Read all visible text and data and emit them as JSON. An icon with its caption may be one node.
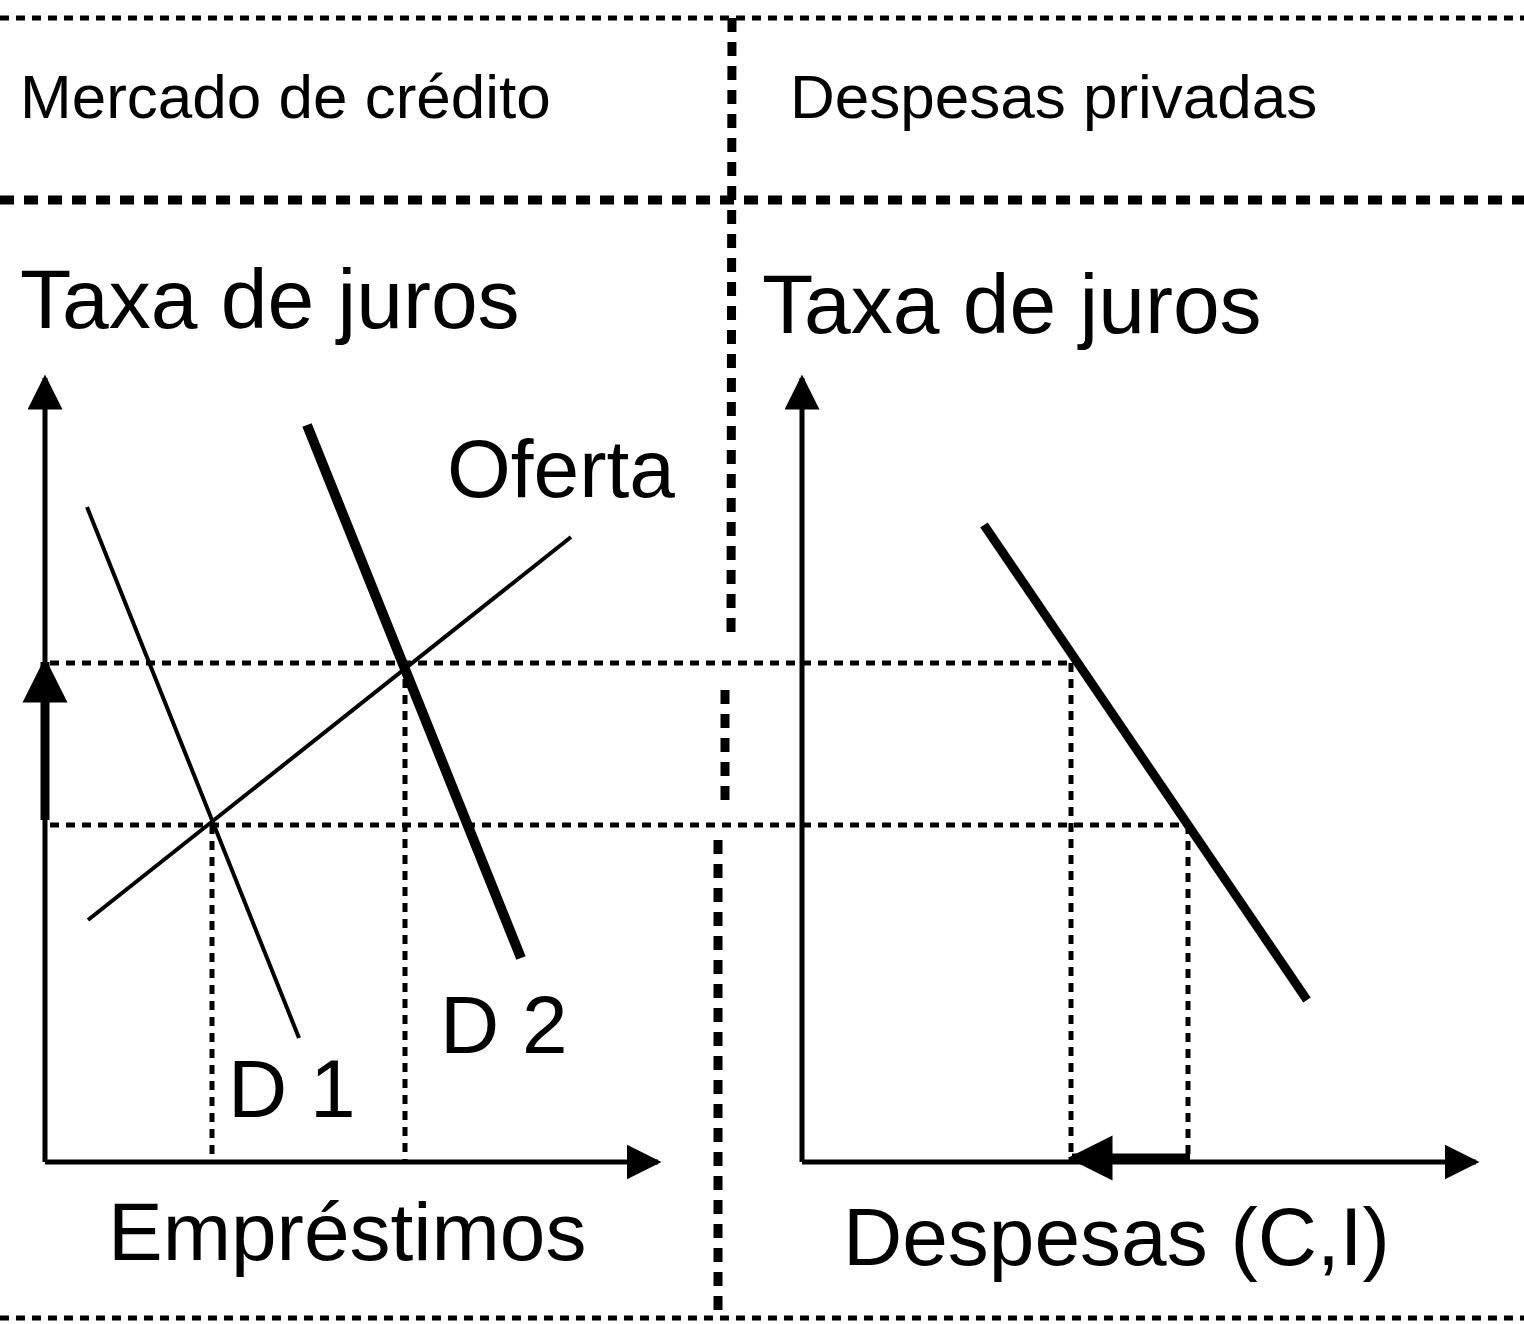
{
  "diagram": {
    "labels": [
      "Mercado de crédito",
      "Despesas privadas",
      "Taxa de juros",
      "Taxa de juros",
      "Oferta",
      "D 2",
      "D 1",
      "Empréstimos",
      "Despesas (C,I)"
    ]
  }
}
